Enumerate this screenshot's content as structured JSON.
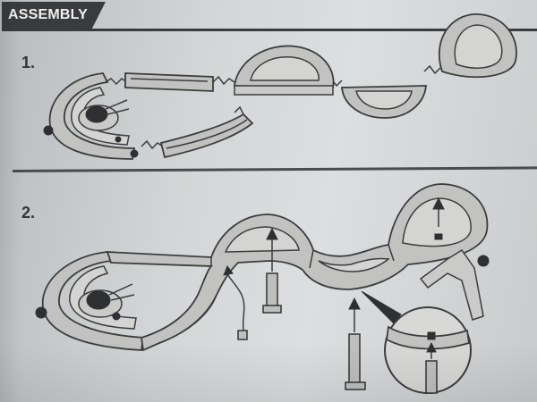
{
  "header": {
    "title": "ASSEMBLY"
  },
  "steps": [
    {
      "number": "1."
    },
    {
      "number": "2."
    }
  ],
  "colors": {
    "header_bg": "#3a3b3d",
    "header_text": "#f0f0f0",
    "paper": "#d3d5d6",
    "ink": "#3b3c3e"
  }
}
